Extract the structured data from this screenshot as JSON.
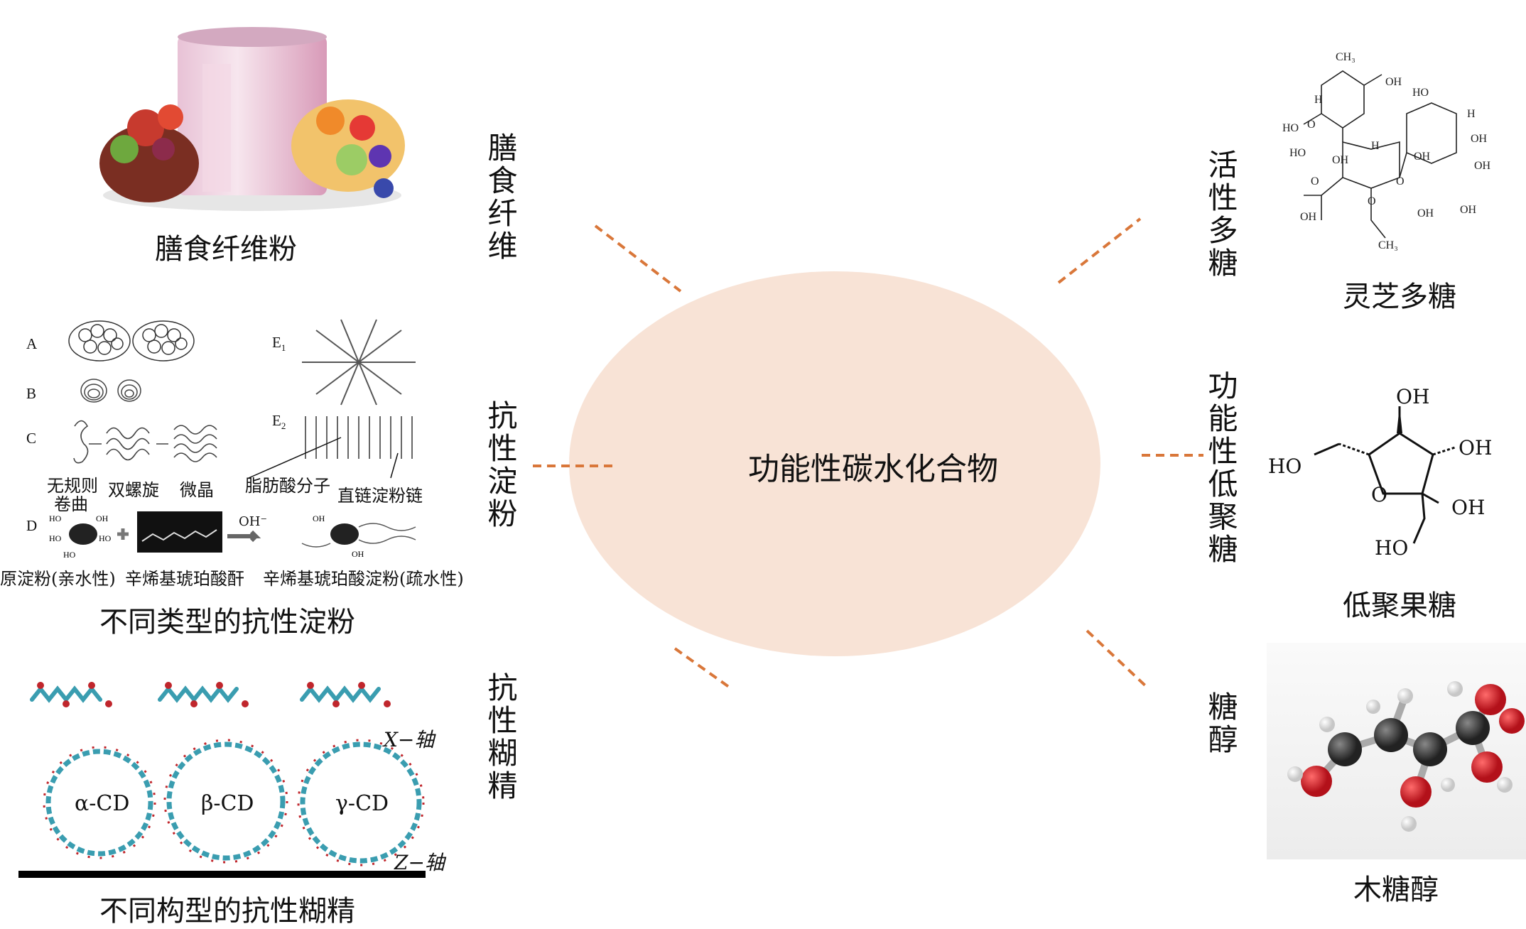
{
  "center": {
    "title": "功能性碳水化合物"
  },
  "branches": {
    "dietary_fiber": {
      "label": "膳食纤维",
      "caption": "膳食纤维粉"
    },
    "resistant_starch": {
      "label": "抗性淀粉",
      "caption": "不同类型的抗性淀粉",
      "panel_letters": [
        "A",
        "B",
        "C",
        "D"
      ],
      "panel_e1": "E",
      "panel_e1_sub": "1",
      "panel_e2": "E",
      "panel_e2_sub": "2",
      "c_labels": [
        "无规则",
        "卷曲",
        "双螺旋",
        "微晶"
      ],
      "e_labels": [
        "脂肪酸分子",
        "直链淀粉链"
      ],
      "d_reagent": "OH⁻",
      "d_labels": [
        "原淀粉(亲水性)",
        "辛烯基琥珀酸酐",
        "辛烯基琥珀酸淀粉(疏水性)"
      ]
    },
    "resistant_dextrin": {
      "label": "抗性糊精",
      "caption": "不同构型的抗性糊精",
      "x_axis": "X−轴",
      "z_axis": "Z−轴",
      "cd_labels": [
        "α-CD",
        "β-CD",
        "γ-CD"
      ]
    },
    "active_polysaccharide": {
      "label": "活性多糖",
      "caption": "灵芝多糖"
    },
    "functional_oligosaccharide": {
      "label": "功能性低聚糖",
      "caption": "低聚果糖"
    },
    "sugar_alcohol": {
      "label": "糖醇",
      "caption": "木糖醇"
    }
  },
  "fructose_labels": {
    "oh_top": "OH",
    "oh_right": "OH",
    "ho_left": "HO",
    "ring_o": "O",
    "oh_ring": "OH",
    "ho_bottom": "HO"
  },
  "colors": {
    "ellipse_fill": "#f8e3d6",
    "dash": "#d9773a",
    "dextrin_chain": "#3a9db0",
    "dextrin_oxygen": "#c0262c"
  }
}
